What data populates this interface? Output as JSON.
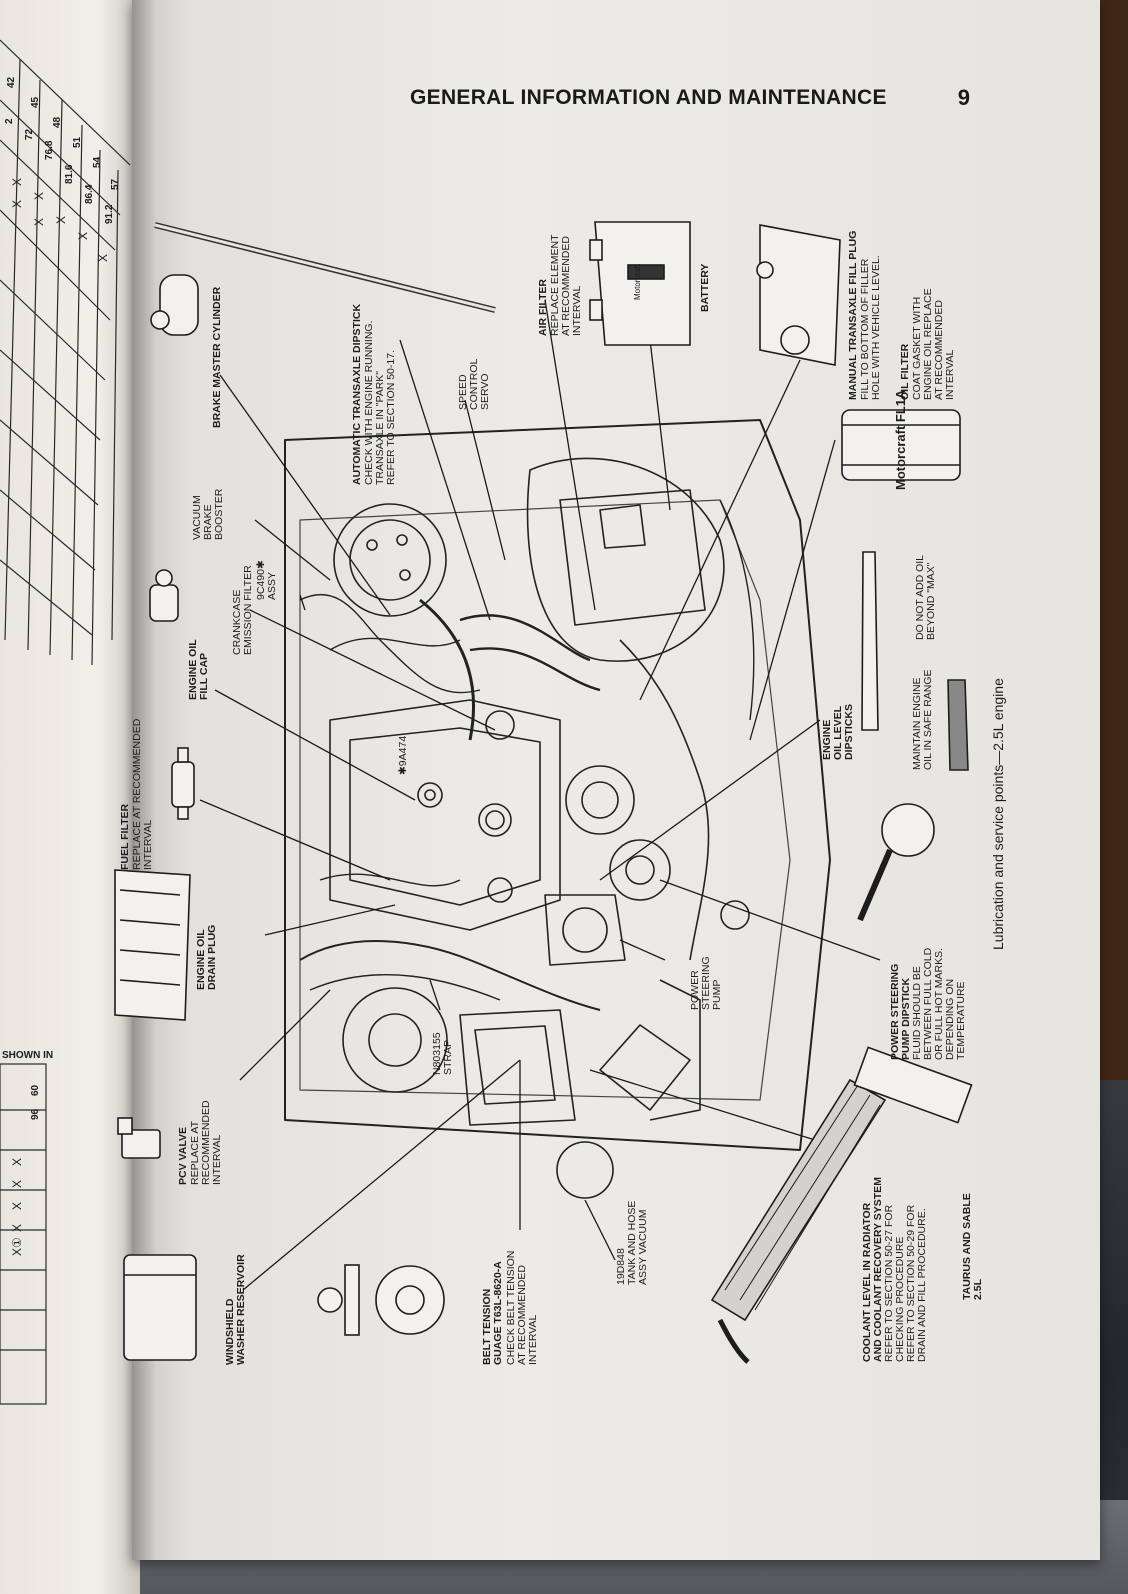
{
  "page": {
    "header_title": "GENERAL INFORMATION AND MAINTENANCE",
    "page_number": "9",
    "caption": "Lubrication and service points—2.5L engine"
  },
  "left_page": {
    "top_table_headers": [
      "42",
      "45",
      "48",
      "51",
      "54",
      "57"
    ],
    "top_table_values": [
      "2",
      "72",
      "76.8",
      "81.6",
      "86.4",
      "91.2"
    ],
    "x_mark": "X",
    "shown_in": "SHOWN IN",
    "bottom_table_headers": [
      "60",
      "96"
    ],
    "bottom_note": "X①"
  },
  "labels": {
    "windshield_title": "WINDSHIELD\nWASHER RESERVOIR",
    "belt_title": "BELT TENSION\nGUAGE T63L-8620-A",
    "belt_body": "CHECK BELT TENSION\nAT RECOMMENDED\nINTERVAL",
    "pcv_title": "PCV VALVE",
    "pcv_body": "REPLACE AT\nRECOMMENDED\nINTERVAL",
    "drain_title": "ENGINE OIL\nDRAIN PLUG",
    "fuel_title": "FUEL FILTER",
    "fuel_body": "REPLACE AT RECOMMENDED\nINTERVAL",
    "fillcap_title": "ENGINE OIL\nFILL CAP",
    "crankcase": "CRANKCASE\nEMISSION FILTER",
    "part_9c490": "9C490✱\nASSY",
    "vacuum_booster": "VACUUM\nBRAKE\nBOOSTER",
    "brake_master": "BRAKE MASTER CYLINDER",
    "auto_dipstick_title": "AUTOMATIC TRANSAXLE DIPSTICK",
    "auto_dipstick_body": "CHECK WITH ENGINE RUNNING.\nTRANSAXLE IN \"PARK\"\nREFER TO SECTION 50-17.",
    "speed_control": "SPEED\nCONTROL\nSERVO",
    "air_filter_title": "AIR FILTER",
    "air_filter_body": "REPLACE ELEMENT\nAT RECOMMENDED\nINTERVAL",
    "battery": "BATTERY",
    "manual_fill_title": "MANUAL TRANSAXLE FILL PLUG",
    "manual_fill_body": "FILL TO BOTTOM OF FILLER\nHOLE WITH VEHICLE LEVEL.",
    "oil_filter_title": "OIL FILTER",
    "oil_filter_body": "COAT GASKET WITH\nENGINE OIL REPLACE\nAT RECOMMENDED\nINTERVAL",
    "dipstick_title": "ENGINE\nOIL LEVEL\nDIPSTICKS",
    "dipstick_note1": "DO NOT ADD OIL\nBEYOND \"MAX\"",
    "dipstick_note2": "MAINTAIN ENGINE\nOIL IN SAFE RANGE",
    "ps_pump": "POWER\nSTEERING\nPUMP",
    "ps_dipstick_title": "POWER STEERING\nPUMP DIPSTICK",
    "ps_dipstick_body": "FLUID SHOULD BE\nBETWEEN FULL COLD\nOR FULL HOT MARKS.\nDEPENDING ON\nTEMPERATURE",
    "coolant_title": "COOLANT LEVEL IN RADIATOR\nAND COOLANT RECOVERY SYSTEM",
    "coolant_body": "REFER TO SECTION 50-27 FOR\nCHECKING PROCEDURE\nREFER TO SECTION 50-29 FOR\nDRAIN AND FILL PROCEDURE.",
    "taurus": "TAURUS AND SABLE\n2.5L",
    "tank_hose": "19D848\nTANK AND HOSE\nASSY VACUUM",
    "strap": "N803155\nSTRAP",
    "part_9a474": "✱9A474",
    "filter_brand": "Motorcraft FL1A",
    "battery_brand": "Motorcraft"
  }
}
